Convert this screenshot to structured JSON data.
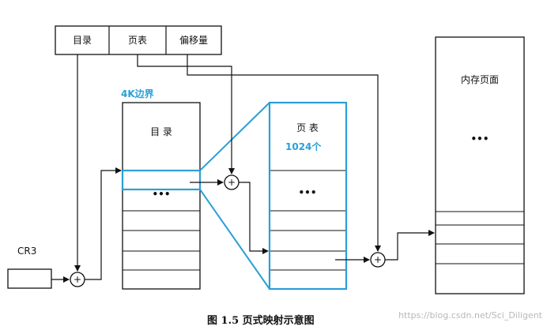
{
  "address": {
    "dir_label": "目录",
    "table_label": "页表",
    "offset_label": "偏移量"
  },
  "page_directory": {
    "boundary_label": "4K边界",
    "title": "目 录",
    "dots": "•••"
  },
  "page_table": {
    "title": "页 表",
    "count_label": "1024个",
    "dots": "•••"
  },
  "memory_page": {
    "title": "内存页面",
    "dots": "•••"
  },
  "register": {
    "label": "CR3"
  },
  "adder_symbol": "+",
  "caption": "图 1.5    页式映射示意图",
  "watermark": "https://blog.csdn.net/Sci_Diligent",
  "colors": {
    "highlight": "#2a9fd6",
    "line": "#111111"
  }
}
